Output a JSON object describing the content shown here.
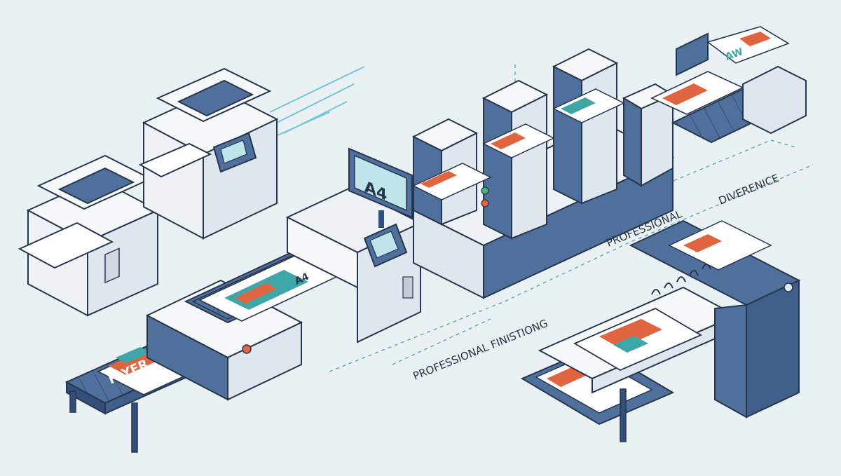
{
  "screen": {
    "label": "A4"
  },
  "labels": {
    "flyer_big": "FLYER",
    "sheet_a4_front": "A4",
    "sheet_a4_middle": "A4",
    "sheet_aw": "AW",
    "professional_finishing": "PROFESSIONAL FINISTIONG",
    "professional": "PROFESSIONAL",
    "divergence": "DIVERENICE"
  },
  "colors": {
    "background": "#e9f1f5",
    "machine_blue": "#4f6f9c",
    "machine_dark": "#33507a",
    "machine_light": "#eef2f6",
    "outline": "#27364d",
    "accent_orange": "#e0643f",
    "accent_teal": "#3fa6a8",
    "speed_lines": "#76c6d3"
  },
  "icons": {
    "button_red": "red-indicator",
    "button_green": "green-indicator"
  }
}
